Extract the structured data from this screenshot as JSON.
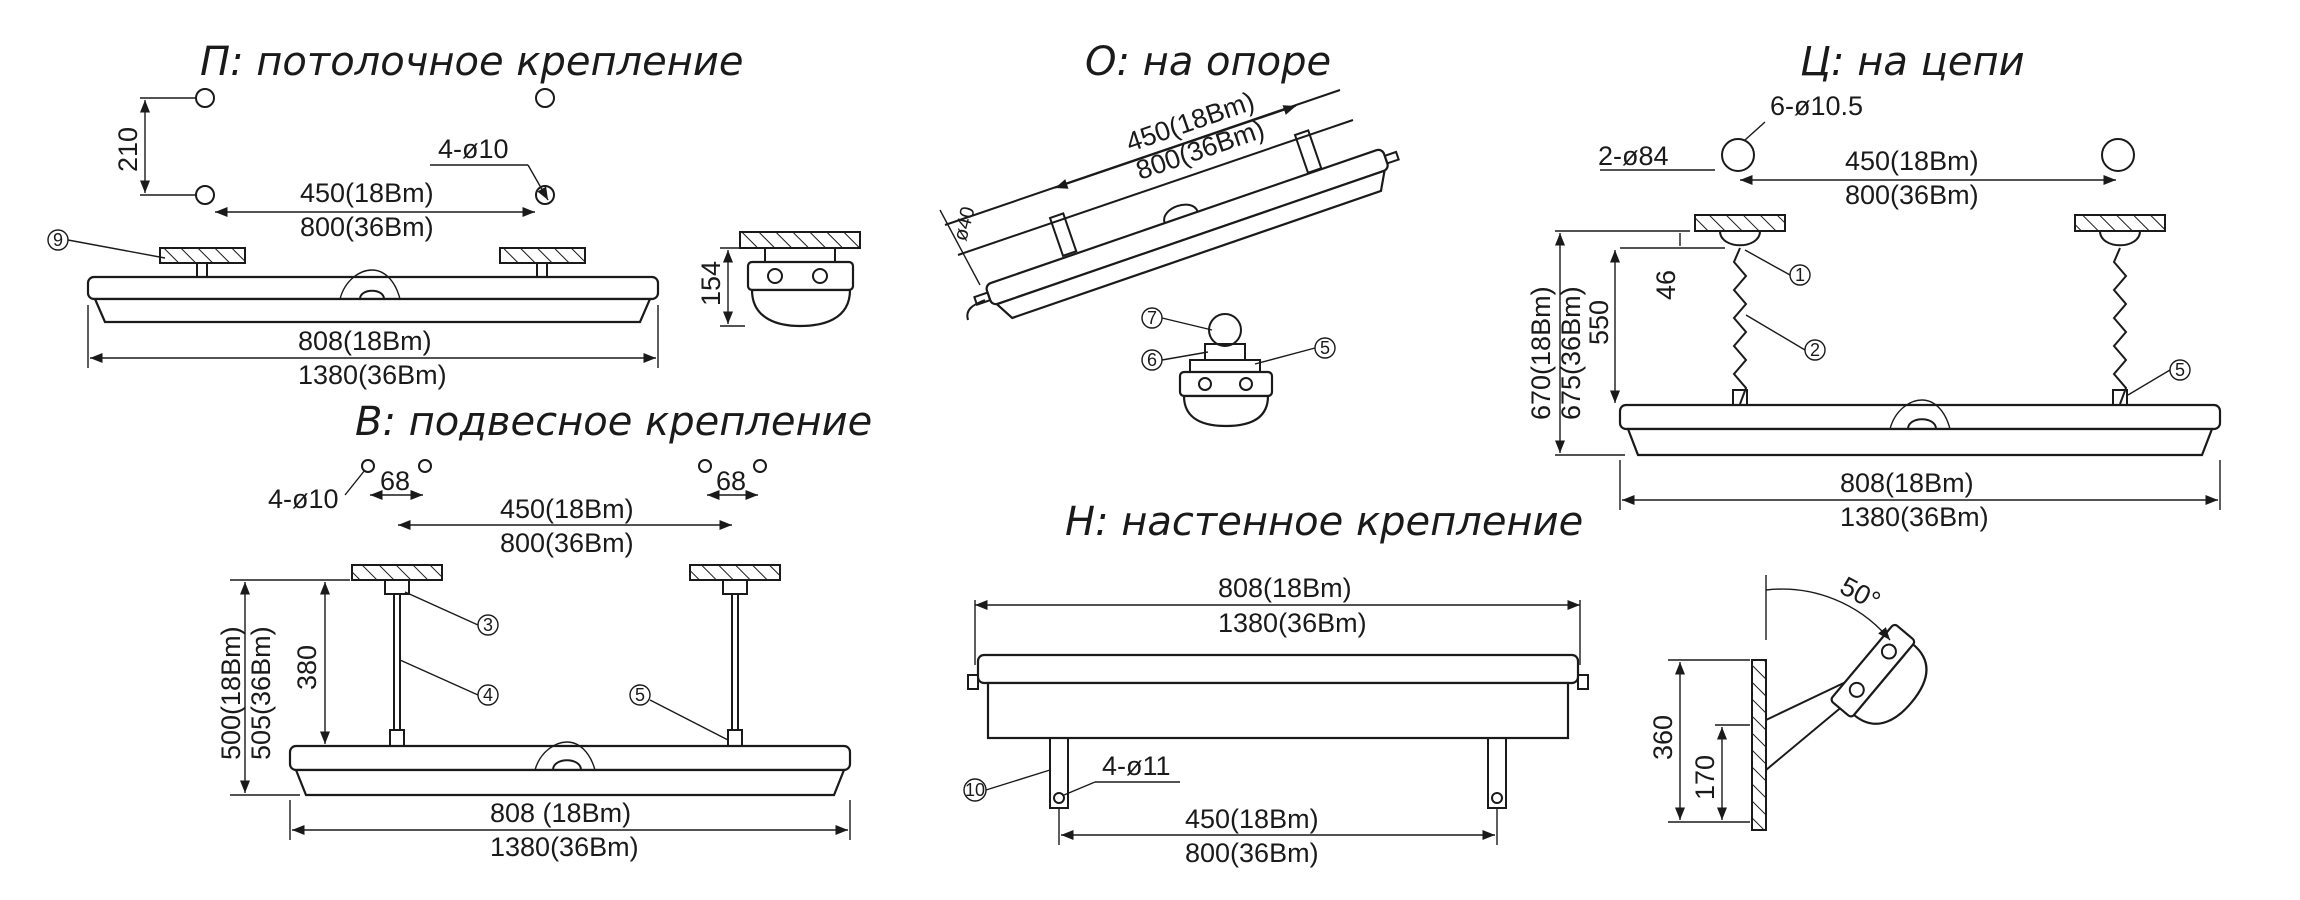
{
  "views": {
    "ceiling": {
      "title": "П: потолочное крепление",
      "dim_height": "210",
      "dim_holes": "4-ø10",
      "dim_spacing_18": "450(18Вm)",
      "dim_spacing_36": "800(36Вm)",
      "dim_len_18": "808(18Вm)",
      "dim_len_36": "1380(36Вm)",
      "dim_side_height": "154",
      "callout_9": "9"
    },
    "pole": {
      "title": "О: на опоре",
      "dim_spacing_18": "450(18Вm)",
      "dim_spacing_36": "800(36Вm)",
      "dim_pipe": "ø40",
      "callout_5": "5",
      "callout_6": "6",
      "callout_7": "7"
    },
    "chain": {
      "title": "Ц: на цепи",
      "dim_holes_small": "6-ø10.5",
      "dim_holes_big": "2-ø84",
      "dim_spacing_18": "450(18Вm)",
      "dim_spacing_36": "800(36Вm)",
      "dim_46": "46",
      "dim_550": "550",
      "dim_total_18": "670(18Вm)",
      "dim_total_36": "675(36Вm)",
      "dim_len_18": "808(18Вm)",
      "dim_len_36": "1380(36Вm)",
      "callout_1": "1",
      "callout_2": "2",
      "callout_5": "5"
    },
    "pendant": {
      "title": "В: подвесное крепление",
      "dim_holes": "4-ø10",
      "dim_68_left": "68",
      "dim_68_right": "68",
      "dim_spacing_18": "450(18Вm)",
      "dim_spacing_36": "800(36Вm)",
      "dim_380": "380",
      "dim_total_18": "500(18Вm)",
      "dim_total_36": "505(36Вm)",
      "dim_len_18": "808 (18Вm)",
      "dim_len_36": "1380(36Вm)",
      "callout_3": "3",
      "callout_4": "4",
      "callout_5": "5"
    },
    "wall": {
      "title": "Н: настенное крепление",
      "dim_len_18": "808(18Вm)",
      "dim_len_36": "1380(36Вm)",
      "dim_holes": "4-ø11",
      "dim_spacing_18": "450(18Вm)",
      "dim_spacing_36": "800(36Вm)",
      "dim_angle": "50°",
      "dim_360": "360",
      "dim_170": "170",
      "callout_10": "10"
    }
  }
}
